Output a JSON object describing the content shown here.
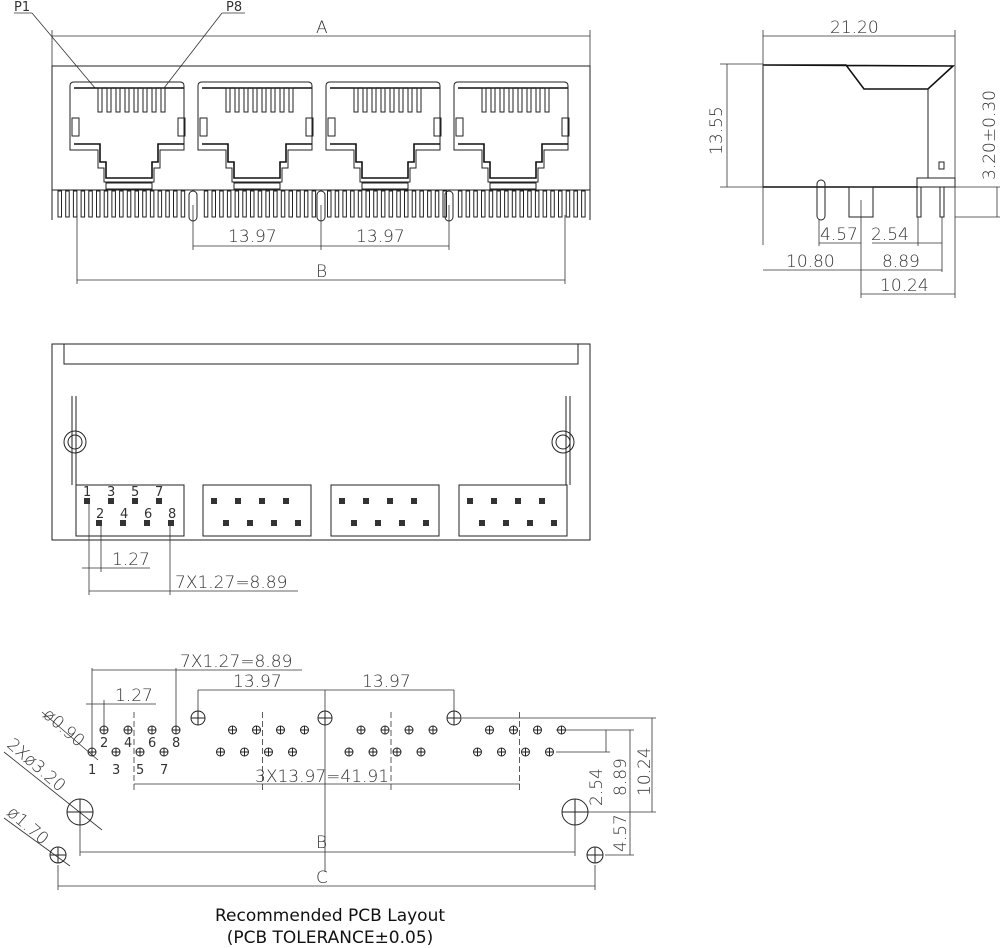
{
  "front_view": {
    "p1": "P1",
    "p8": "P8",
    "dim_a": "A",
    "dim_pitch_1": "13.97",
    "dim_pitch_2": "13.97",
    "dim_b": "B"
  },
  "side_view": {
    "width": "21.20",
    "height": "13.55",
    "pin_length": "3.20±0.30",
    "d_457": "4.57",
    "d_254": "2.54",
    "d_1080": "10.80",
    "d_889": "8.89",
    "d_1024": "10.24"
  },
  "bottom_view": {
    "pin_labels_odd": [
      "1",
      "3",
      "5",
      "7"
    ],
    "pin_labels_even": [
      "2",
      "4",
      "6",
      "8"
    ],
    "d_pitch": "1.27",
    "d_span": "7X1.27=8.89"
  },
  "pcb_layout": {
    "d_span": "7X1.27=8.89",
    "d_pitch": "1.27",
    "d_jack_1": "13.97",
    "d_jack_2": "13.97",
    "d_hole_pin": "ø0.90",
    "d_hole_big": "2Xø3.20",
    "d_hole_small": "ø1.70",
    "d_total": "3X13.97=41.91",
    "d_b": "B",
    "d_c": "C",
    "d_254": "2.54",
    "d_889": "8.89",
    "d_1024": "10.24",
    "d_457": "4.57",
    "pin_labels_odd": [
      "1",
      "3",
      "5",
      "7"
    ],
    "pin_labels_even": [
      "2",
      "4",
      "6",
      "8"
    ],
    "title": "Recommended PCB Layout",
    "subtitle": "(PCB TOLERANCE±0.05)"
  }
}
